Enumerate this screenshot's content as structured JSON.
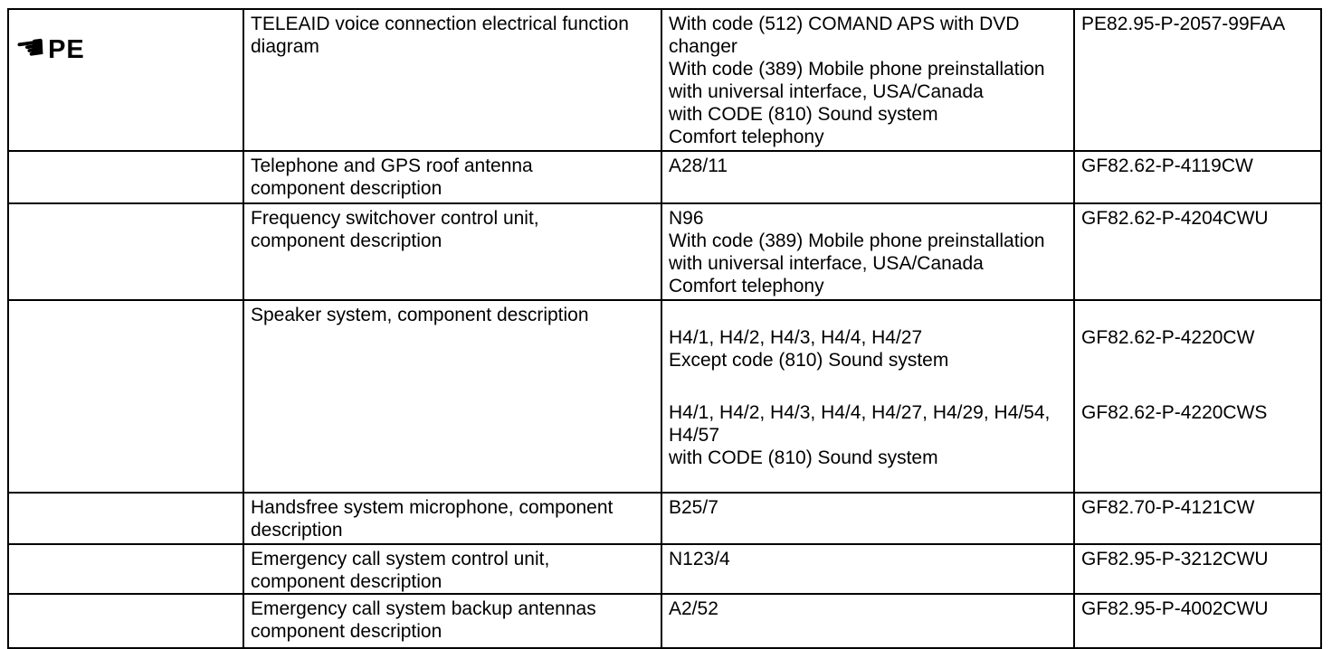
{
  "table": {
    "marker_icon": "pointing-hand",
    "marker_glyph": "☚",
    "rows": [
      {
        "marker": "PE",
        "description": [
          "TELEAID voice connection electrical function",
          "diagram"
        ],
        "segments": [
          {
            "details": [
              "With code (512) COMAND APS with DVD",
              "changer",
              "With code (389) Mobile phone preinstallation",
              "with universal interface, USA/Canada",
              "with CODE (810) Sound system",
              "Comfort telephony"
            ],
            "code": "PE82.95-P-2057-99FAA"
          }
        ]
      },
      {
        "marker": "",
        "description": [
          "Telephone and GPS roof antenna",
          "component description"
        ],
        "segments": [
          {
            "details": [
              "A28/11"
            ],
            "code": "GF82.62-P-4119CW"
          }
        ]
      },
      {
        "marker": "",
        "description": [
          "Frequency switchover control unit,",
          "component description"
        ],
        "segments": [
          {
            "details": [
              "N96",
              "With code (389) Mobile phone preinstallation",
              "with universal interface, USA/Canada",
              "Comfort telephony"
            ],
            "code": "GF82.62-P-4204CWU"
          }
        ]
      },
      {
        "marker": "",
        "description": [
          "Speaker system, component description"
        ],
        "segments": [
          {
            "details": [
              "H4/1, H4/2, H4/3, H4/4, H4/27",
              "Except code (810) Sound system"
            ],
            "code": "GF82.62-P-4220CW"
          },
          {
            "details": [
              "H4/1, H4/2, H4/3, H4/4, H4/27, H4/29, H4/54,",
              "H4/57",
              "with CODE (810) Sound system"
            ],
            "code": "GF82.62-P-4220CWS"
          }
        ]
      },
      {
        "marker": "",
        "description": [
          "Handsfree system microphone, component",
          "description"
        ],
        "segments": [
          {
            "details": [
              "B25/7"
            ],
            "code": "GF82.70-P-4121CW"
          }
        ]
      },
      {
        "marker": "",
        "description": [
          "Emergency call system control unit,",
          "component description"
        ],
        "segments": [
          {
            "details": [
              "N123/4"
            ],
            "code": "GF82.95-P-3212CWU"
          }
        ]
      },
      {
        "marker": "",
        "description": [
          "Emergency call system backup antennas",
          "component description"
        ],
        "segments": [
          {
            "details": [
              "A2/52"
            ],
            "code": "GF82.95-P-4002CWU"
          }
        ]
      }
    ],
    "text_color": "#000000",
    "border_color": "#000000",
    "background_color": "#ffffff"
  }
}
